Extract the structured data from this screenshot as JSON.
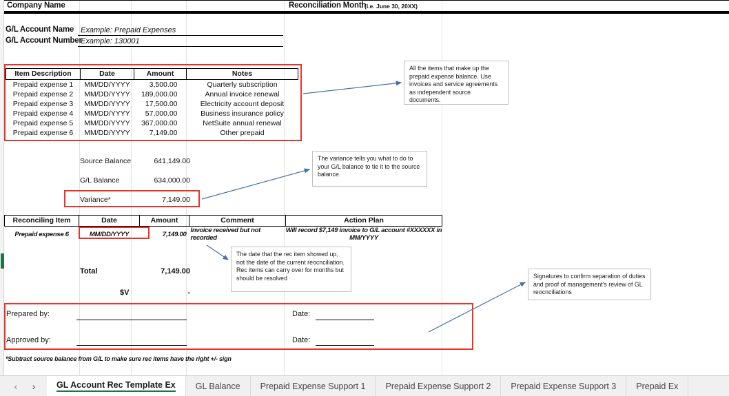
{
  "header": {
    "company_name": "Company Name",
    "reconciliation_month": "Reconciliation Month",
    "reconciliation_month_note": "(i.e. June 30, 20XX)"
  },
  "account": {
    "name_label": "G/L Account Name",
    "name_value": "Example: Prepaid Expenses",
    "number_label": "G/L Account Number",
    "number_value": "Example: 130001"
  },
  "items_table": {
    "columns": [
      "Item Description",
      "Date",
      "Amount",
      "Notes"
    ],
    "rows": [
      [
        "Prepaid expense 1",
        "MM/DD/YYYY",
        "3,500.00",
        "Quarterly subscription"
      ],
      [
        "Prepaid expense 2",
        "MM/DD/YYYY",
        "189,000.00",
        "Annual invoice renewal"
      ],
      [
        "Prepaid expense 3",
        "MM/DD/YYYY",
        "17,500.00",
        "Electricity account deposit"
      ],
      [
        "Prepaid expense 4",
        "MM/DD/YYYY",
        "57,000.00",
        "Business insurance policy"
      ],
      [
        "Prepaid expense 5",
        "MM/DD/YYYY",
        "367,000.00",
        "NetSuite annual renewal"
      ],
      [
        "Prepaid expense 6",
        "MM/DD/YYYY",
        "7,149.00",
        "Other prepaid"
      ]
    ]
  },
  "balances": {
    "source_balance_label": "Source Balance",
    "source_balance_value": "641,149.00",
    "gl_balance_label": "G/L Balance",
    "gl_balance_value": "634,000.00",
    "variance_label": "Variance*",
    "variance_value": "7,149.00"
  },
  "rec_table": {
    "columns": [
      "Reconciling Item",
      "Date",
      "Amount",
      "Comment",
      "Action Plan"
    ],
    "rows": [
      {
        "item": "Prepaid expense 6",
        "date": "MM/DD/YYYY",
        "amount": "7,149.00",
        "comment": "Invoice received but not recorded",
        "action_plan": "Will record $7,149 invoice to G/L account #XXXXXX in MM/YYYY"
      }
    ],
    "total_label": "Total",
    "total_value": "7,149.00",
    "check_label": "$V",
    "check_value": "-"
  },
  "signatures": {
    "prepared_by_label": "Prepared by:",
    "prepared_date_label": "Date:",
    "approved_by_label": "Approved by:",
    "approved_date_label": "Date:"
  },
  "footnote": "*Subtract source balance from G/L to make sure rec items have the right +/- sign",
  "callouts": {
    "items": "All the items that make up the prepaid expense balance. Use invoices and service agreements as independent source documents.",
    "variance": "The variance tells you what to do to your G/L balance to tie it to the source balance.",
    "rec_date": "The date that the rec item showed up, not the date of the current reocnciliation. Rec items can carry over for months but should be resolved",
    "signatures": "Signatures to confirm separation of duties and proof of management's review of GL reocnciliations"
  },
  "tabbar": {
    "prev_label": "‹",
    "next_label": "›",
    "tabs": [
      {
        "label": "GL Account Rec Template Ex",
        "active": true
      },
      {
        "label": "GL Balance",
        "active": false
      },
      {
        "label": "Prepaid Expense Support 1",
        "active": false
      },
      {
        "label": "Prepaid Expense Support 2",
        "active": false
      },
      {
        "label": "Prepaid Expense Support 3",
        "active": false
      },
      {
        "label": "Prepaid Ex",
        "active": false
      }
    ]
  },
  "colors": {
    "red_highlight": "#e8332a",
    "excel_green": "#217346",
    "arrow_blue": "#4a6fa5"
  }
}
